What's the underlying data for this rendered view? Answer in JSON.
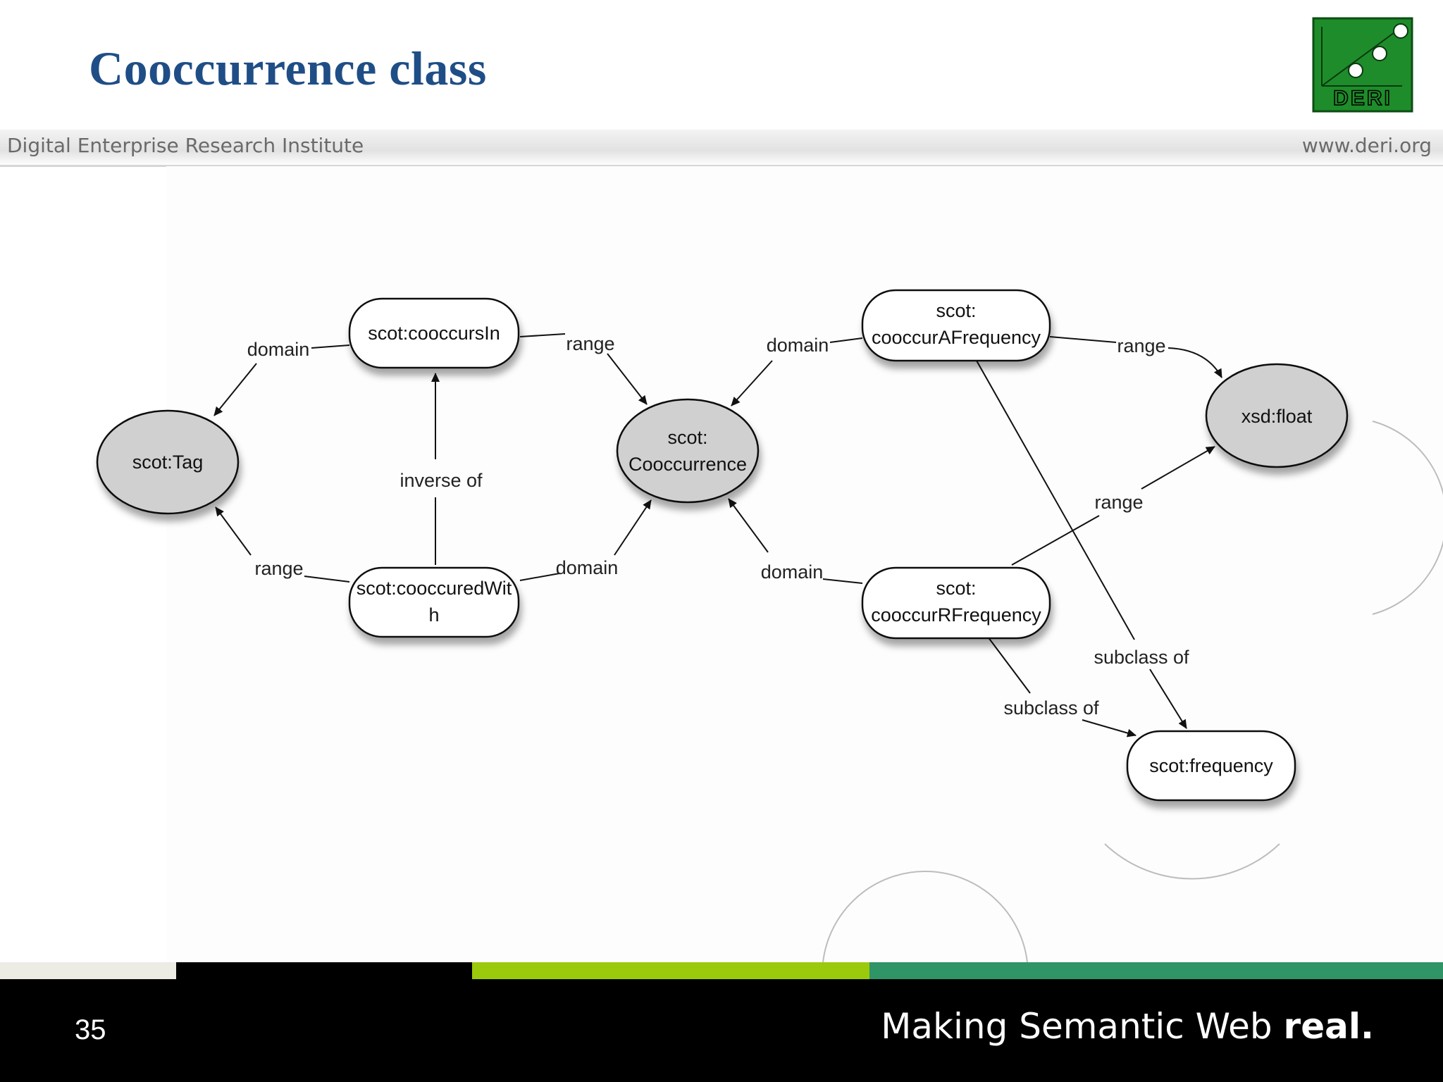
{
  "slide": {
    "title": "Cooccurrence class",
    "header_left": "Digital Enterprise Research Institute",
    "header_right": "www.deri.org",
    "logo_text": "DERI",
    "page_number": "35",
    "tagline_regular": "Making Semantic Web ",
    "tagline_bold": "real."
  },
  "colors": {
    "title": "#1f4e86",
    "logo_green": "#1e8c2a",
    "strip": [
      "#ecebe4",
      "#000000",
      "#9bc90c",
      "#2f9466"
    ],
    "class_node_fill": "#d0d0d0",
    "property_node_fill": "#ffffff"
  },
  "diagram": {
    "nodes": [
      {
        "id": "tag",
        "kind": "class",
        "lines": [
          "scot:Tag"
        ]
      },
      {
        "id": "cooccursIn",
        "kind": "property",
        "lines": [
          "scot:cooccursIn"
        ]
      },
      {
        "id": "cooccuredWith",
        "kind": "property",
        "lines": [
          "scot:cooccuredWit",
          "h"
        ]
      },
      {
        "id": "cooccurrence",
        "kind": "class",
        "lines": [
          "scot:",
          "Cooccurrence"
        ]
      },
      {
        "id": "aFreq",
        "kind": "property",
        "lines": [
          "scot:",
          "cooccurAFrequency"
        ]
      },
      {
        "id": "rFreq",
        "kind": "property",
        "lines": [
          "scot:",
          "cooccurRFrequency"
        ]
      },
      {
        "id": "float",
        "kind": "class",
        "lines": [
          "xsd:float"
        ]
      },
      {
        "id": "frequency",
        "kind": "property",
        "lines": [
          "scot:frequency"
        ]
      }
    ],
    "edges": [
      {
        "from": "cooccursIn",
        "to": "tag",
        "label": "domain"
      },
      {
        "from": "cooccursIn",
        "to": "cooccurrence",
        "label": "range"
      },
      {
        "from": "cooccuredWith",
        "to": "tag",
        "label": "range"
      },
      {
        "from": "cooccuredWith",
        "to": "cooccurrence",
        "label": "domain"
      },
      {
        "from": "cooccuredWith",
        "to": "cooccursIn",
        "label": "inverse of"
      },
      {
        "from": "aFreq",
        "to": "cooccurrence",
        "label": "domain"
      },
      {
        "from": "aFreq",
        "to": "float",
        "label": "range"
      },
      {
        "from": "rFreq",
        "to": "cooccurrence",
        "label": "domain"
      },
      {
        "from": "rFreq",
        "to": "float",
        "label": "range"
      },
      {
        "from": "aFreq",
        "to": "frequency",
        "label": "subclass of"
      },
      {
        "from": "rFreq",
        "to": "frequency",
        "label": "subclass of"
      }
    ]
  }
}
